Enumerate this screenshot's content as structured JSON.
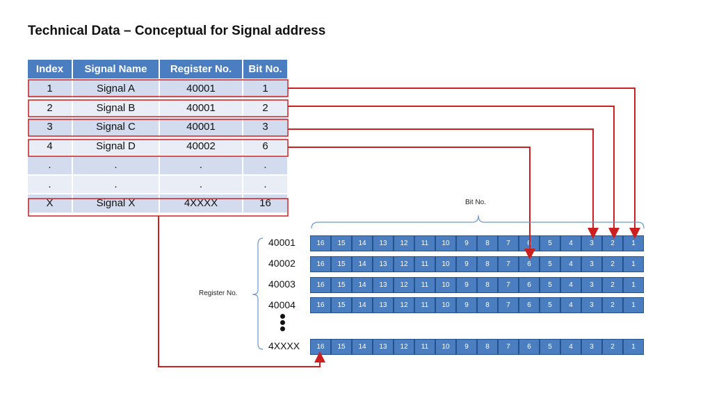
{
  "title": "Technical Data – Conceptual for Signal address",
  "table": {
    "headers": [
      "Index",
      "Signal Name",
      "Register No.",
      "Bit No."
    ],
    "rows": [
      [
        "1",
        "Signal A",
        "40001",
        "1"
      ],
      [
        "2",
        "Signal B",
        "40001",
        "2"
      ],
      [
        "3",
        "Signal C",
        "40001",
        "3"
      ],
      [
        "4",
        "Signal D",
        "40002",
        "6"
      ],
      [
        ".",
        ".",
        ".",
        "."
      ],
      [
        ".",
        ".",
        ".",
        "."
      ],
      [
        "X",
        "Signal X",
        "4XXXX",
        "16"
      ]
    ]
  },
  "bit_axis_label": "Bit No.",
  "register_axis_label": "Register No.",
  "registers": [
    "40001",
    "40002",
    "40003",
    "40004",
    "4XXXX"
  ],
  "bits": [
    "16",
    "15",
    "14",
    "13",
    "12",
    "11",
    "10",
    "9",
    "8",
    "7",
    "6",
    "5",
    "4",
    "3",
    "2",
    "1"
  ],
  "colors": {
    "header_blue": "#4a7ec1",
    "row_light": "#d2dcee",
    "row_lighter": "#e8edf6",
    "connector_red": "#cc1f1f",
    "brace_blue": "#6b97cf"
  }
}
